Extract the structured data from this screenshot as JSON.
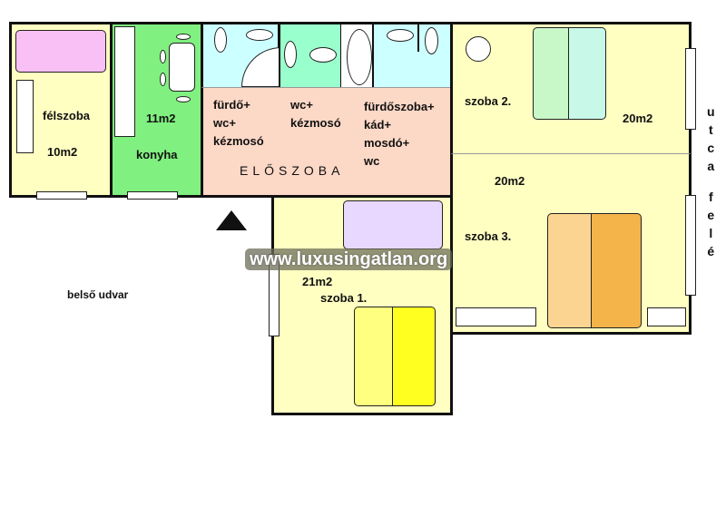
{
  "rooms": {
    "felszoba": {
      "name": "félszoba",
      "area": "10m2"
    },
    "konyha": {
      "name": "konyha",
      "area": "11m2"
    },
    "bath1": {
      "lines": [
        "fürdő+",
        "wc+",
        "kézmosó"
      ]
    },
    "wc": {
      "lines": [
        "wc+",
        "kézmosó"
      ]
    },
    "bath2": {
      "lines": [
        "fürdőszoba+",
        "kád+",
        "mosdó+",
        "wc"
      ]
    },
    "eloszoba": {
      "name": "ELŐSZOBA"
    },
    "szoba1": {
      "name": "szoba 1.",
      "area": "21m2"
    },
    "szoba2": {
      "name": "szoba 2.",
      "area": "20m2"
    },
    "szoba3": {
      "name": "szoba 3.",
      "area": "20m2"
    }
  },
  "yard": "belső udvar",
  "street": {
    "letters": [
      "u",
      "t",
      "c",
      "a",
      "f",
      "e",
      "l",
      "é"
    ]
  },
  "watermark": "www.luxusingatlan.org",
  "icons": {
    "entrance": "triangle-up-icon"
  },
  "colors": {
    "yellow": "#ffffc2",
    "green": "#80f080",
    "peach": "#fcd8c6",
    "cyan": "#ccffff",
    "mint": "#99ffcc"
  }
}
